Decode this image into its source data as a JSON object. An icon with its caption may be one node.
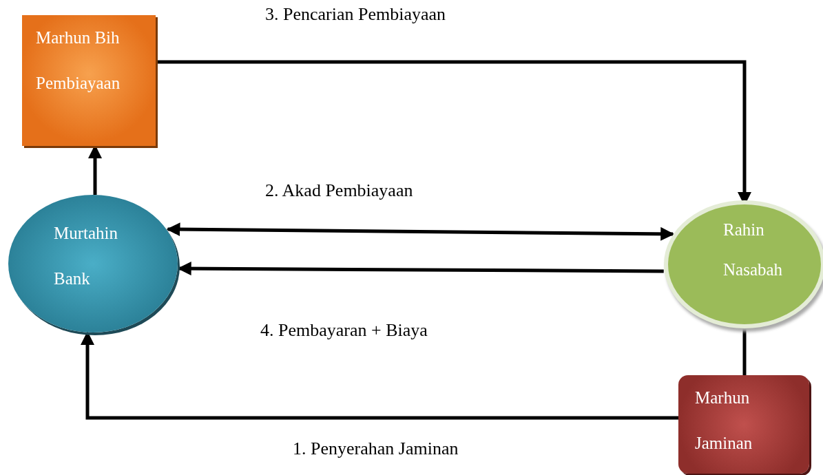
{
  "diagram": {
    "nodes": [
      {
        "text": [
          "Marhun Bih Pembiayaan"
        ]
      },
      {
        "text": [
          "Murtahin Bank"
        ]
      },
      {
        "text": [
          "Rahin Nasabah"
        ]
      },
      {
        "text": [
          "Marhun Jaminan"
        ]
      }
    ],
    "edges": [
      {
        "from": 1,
        "to": 0,
        "arrow": "to"
      },
      {
        "from": 0,
        "to": 2,
        "arrow": "to",
        "label": "3. Pencarian Pembiayaan"
      },
      {
        "from": 1,
        "to": 2,
        "arrow": "both",
        "label": "2.  Akad Pembiayaan"
      },
      {
        "from": 2,
        "to": 1,
        "arrow": "to",
        "label": "4. Pembayaran + Biaya"
      },
      {
        "from": 2,
        "to": 3,
        "arrow": "none"
      },
      {
        "from": 3,
        "to": 1,
        "arrow": "to",
        "label": "1.   Penyerahan Jaminan"
      }
    ]
  }
}
